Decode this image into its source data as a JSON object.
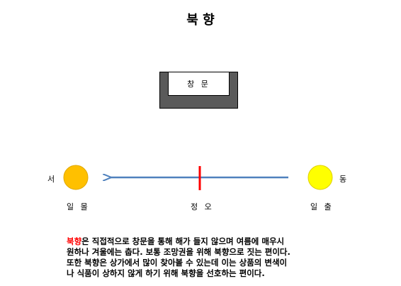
{
  "title": "북 향",
  "window": {
    "label": "창 문"
  },
  "directions": {
    "west": "서",
    "east": "동"
  },
  "sun": {
    "sunset": "일 몰",
    "noon": "정 오",
    "sunrise": "일 출"
  },
  "description": {
    "highlight": "북향",
    "lines": [
      "은 직접적으로 창문을 통해 해가 들지 않으며 여름에 매우시",
      "원하나 겨울에는 춥다. 보통 조망권을 위해 북향으로 짓는 편이다.",
      "또한 북향은 상가에서 많이 찾아볼 수 있는데 이는 상품의 변색이",
      "나 식품이 상하지 않게 하기 위해 북향을 선호하는 편이다."
    ]
  },
  "colors": {
    "west_sun": "#ffc000",
    "east_sun": "#ffff00",
    "arrow": "#4f81bd",
    "noon_marker": "#ff0000",
    "highlight": "#ff0000"
  }
}
